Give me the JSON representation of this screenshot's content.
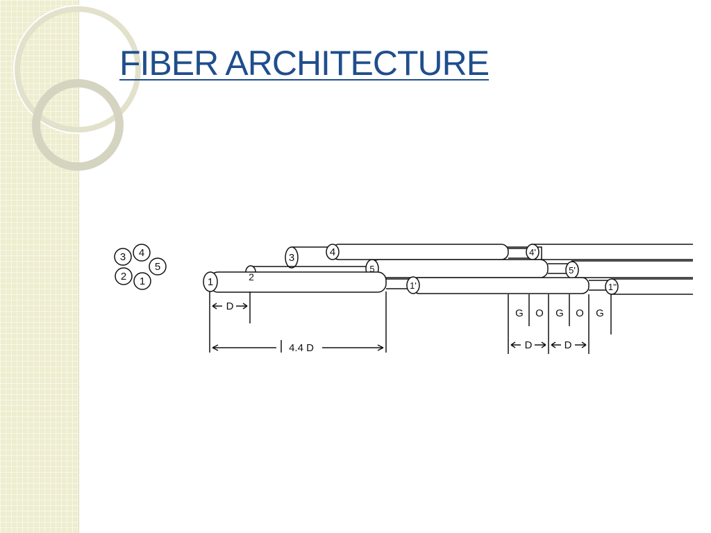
{
  "slide": {
    "title": "FIBER ARCHITECTURE"
  },
  "bundle_cross_section": {
    "fibers": [
      "1",
      "2",
      "3",
      "4",
      "5"
    ]
  },
  "fiber_labels": {
    "f1": "1",
    "f2": "2",
    "f3": "3",
    "f4": "4",
    "f5": "5",
    "f1p": "1'",
    "f4p": "4'",
    "f5p": "5'",
    "f1pp": "1''"
  },
  "dimensions": {
    "d_short": "D",
    "d_long": "4.4 D",
    "d_right_1": "D",
    "d_right_2": "D"
  },
  "regions": [
    "G",
    "O",
    "G",
    "O",
    "G"
  ],
  "colors": {
    "title": "#1f4e8c",
    "sidebar": "#eeedcf",
    "ink": "#111111"
  }
}
